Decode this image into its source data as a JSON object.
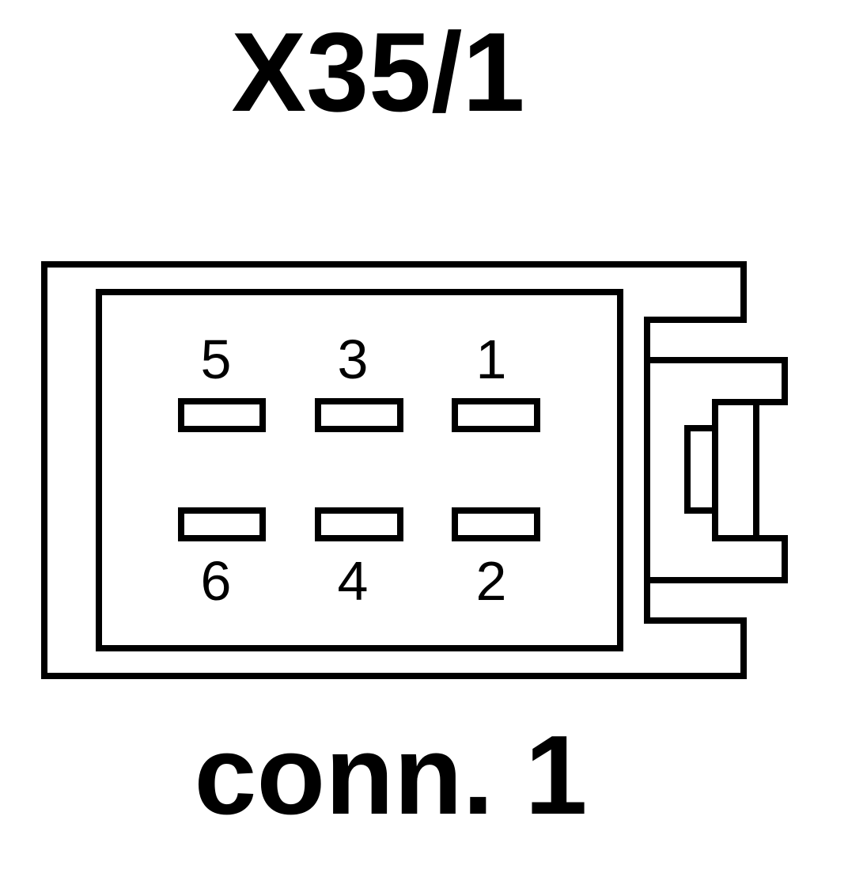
{
  "connector_id": "X35/1",
  "connector_name": "conn. 1",
  "colors": {
    "stroke": "#000000",
    "background": "#ffffff"
  },
  "pins": [
    {
      "label": "5"
    },
    {
      "label": "3"
    },
    {
      "label": "1"
    },
    {
      "label": "6"
    },
    {
      "label": "4"
    },
    {
      "label": "2"
    }
  ]
}
